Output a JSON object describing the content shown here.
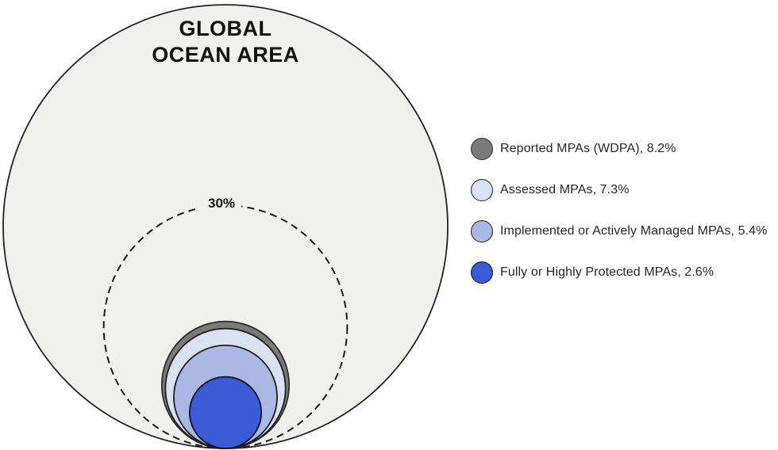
{
  "figure": {
    "title_line1": "GLOBAL",
    "title_line2": "OCEAN AREA",
    "threshold_label": "30%"
  },
  "chart_data": {
    "type": "area",
    "subtype": "nested-proportional-circles",
    "title": "GLOBAL OCEAN AREA",
    "units": "percent of global ocean area",
    "outer": {
      "label": "Global ocean area",
      "percent": 100,
      "fill": "#f0f0ef",
      "stroke": "#222222"
    },
    "threshold": {
      "label": "30%",
      "percent": 30,
      "line_style": "dashed",
      "stroke": "#1a1a1a"
    },
    "series": [
      {
        "name": "Reported MPAs (WDPA)",
        "percent": 8.2,
        "fill": "#7a7a7a",
        "stroke": "#2d2d2d"
      },
      {
        "name": "Assessed MPAs",
        "percent": 7.3,
        "fill": "#d9e1f2",
        "stroke": "#1f1f1f"
      },
      {
        "name": "Implemented or Actively Managed MPAs",
        "percent": 5.4,
        "fill": "#aab8e4",
        "stroke": "#1f1f1f"
      },
      {
        "name": "Fully or Highly Protected MPAs",
        "percent": 2.6,
        "fill": "#3b5bd6",
        "stroke": "#10131c"
      }
    ],
    "legend_position": "right",
    "layout_note": "all circles share one bottom tangent point; circle areas proportional to percent values"
  },
  "legend": {
    "items": [
      {
        "label": "Reported MPAs (WDPA), 8.2%",
        "color": "#7a7a7a",
        "stroke": "#2d2d2d"
      },
      {
        "label": "Assessed MPAs, 7.3%",
        "color": "#d9e1f2",
        "stroke": "#1f1f1f"
      },
      {
        "label": "Implemented or Actively Managed MPAs, 5.4%",
        "color": "#aab8e4",
        "stroke": "#1f1f1f"
      },
      {
        "label": "Fully or Highly Protected MPAs, 2.6%",
        "color": "#3b5bd6",
        "stroke": "#10131c"
      }
    ]
  }
}
